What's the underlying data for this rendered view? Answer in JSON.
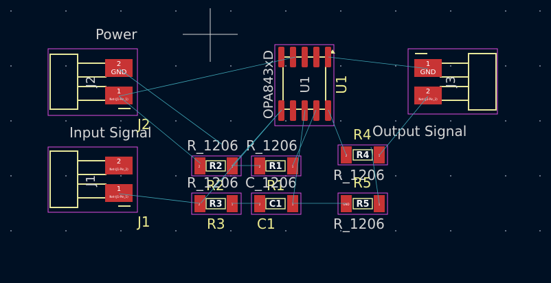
{
  "board": {
    "text_power": "Power",
    "text_input_signal": "Input Signal",
    "text_output_signal": "Output Signal"
  },
  "colors": {
    "background": "#001023",
    "pad": "#c83434",
    "courtyard": "#e24ce2",
    "fab_body": "#e7e79a",
    "ratsnest": "#3fa7b7",
    "silk_text": "#d4d4d4",
    "ref_text": "#eceb8e"
  },
  "components": {
    "j2": {
      "ref": "J2",
      "fab_ref": "J2",
      "pad1_num": "1",
      "pad1_net": "Net-(J1-Pin_1)",
      "pad2_num": "2",
      "pad2_net": "GND"
    },
    "j1": {
      "ref": "J1",
      "fab_ref": "J1",
      "pad1_num": "1",
      "pad1_net": "Net-(J1-Pin_1)",
      "pad2_num": "2",
      "pad2_net": "Net-(J1-Pin_2)"
    },
    "j3": {
      "ref": "J3",
      "fab_ref": "J3",
      "pad1_num": "1",
      "pad1_net": "GND",
      "pad2_num": "2",
      "pad2_net": "Net-(J3-Pin_2)"
    },
    "u1": {
      "value": "OPA843xD",
      "ref": "U1",
      "fab_ref": "U1"
    },
    "r2": {
      "value": "R_1206",
      "ref": "R2",
      "fab_ref": "R2",
      "pad1_num": "1",
      "pad2_num": "2"
    },
    "r1": {
      "value": "R_1206",
      "ref": "R1",
      "fab_ref": "R1",
      "pad1_num": "1",
      "pad2_num": "2"
    },
    "r3": {
      "value": "R_1206",
      "ref": "R3",
      "fab_ref": "R3",
      "pad1_num": "1",
      "pad2_num": "2"
    },
    "c1": {
      "value": "C_1206",
      "ref": "C1",
      "fab_ref": "C1",
      "pad1_num": "1",
      "pad2_num": "2"
    },
    "r4": {
      "value": "R_1206",
      "ref": "R4",
      "fab_ref": "R4",
      "pad1_num": "1",
      "pad2_num": "2"
    },
    "r5": {
      "value": "R_1206",
      "ref": "R5",
      "fab_ref": "R5",
      "pad1_num": "1",
      "pad2_num": "2",
      "pad2_net": "GND"
    }
  }
}
